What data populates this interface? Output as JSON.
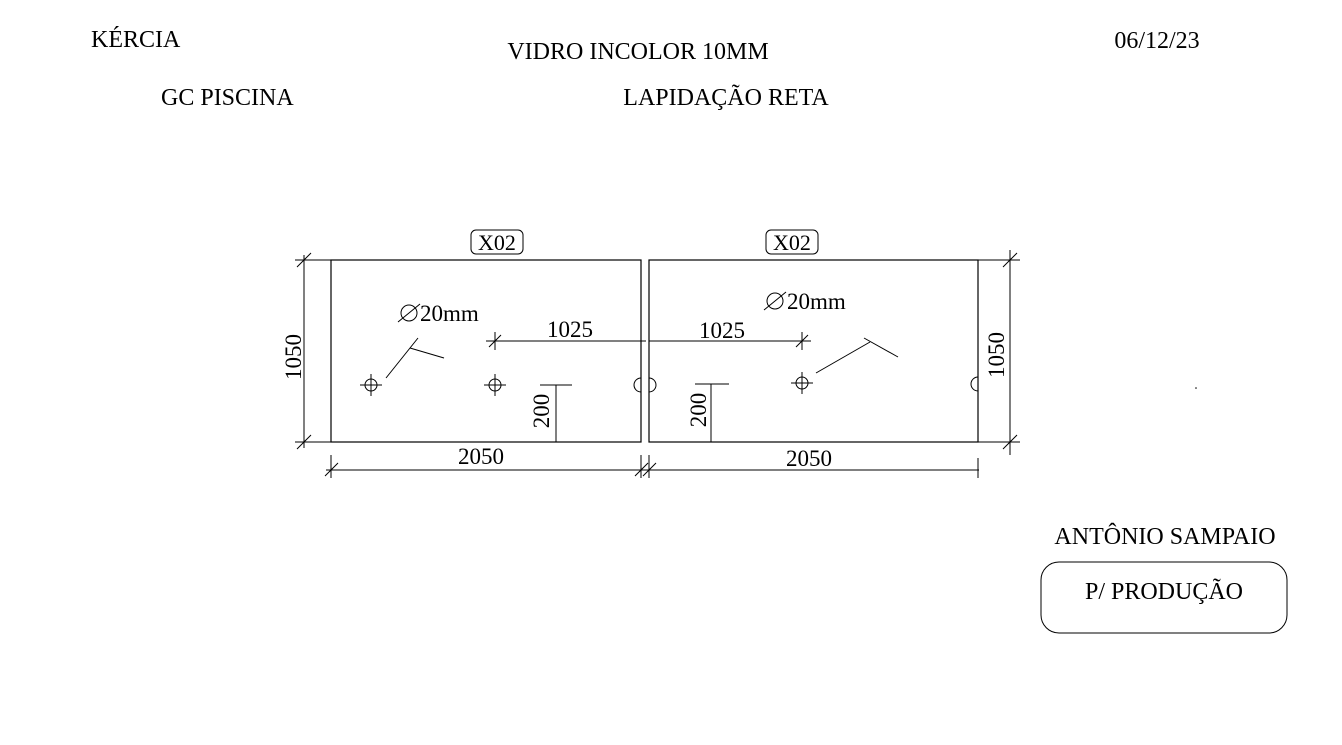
{
  "header": {
    "client": "KÉRCIA",
    "project": "GC PISCINA",
    "material": "VIDRO INCOLOR 10MM",
    "finish": "LAPIDAÇÃO RETA",
    "date": "06/12/23"
  },
  "panels": [
    {
      "tag": "X02",
      "width_label": "2050",
      "height_label": "1050",
      "hole_label": "20mm",
      "center_offset_label": "1025",
      "bottom_offset_label": "200"
    },
    {
      "tag": "X02",
      "width_label": "2050",
      "height_label": "1050",
      "hole_label": "20mm",
      "center_offset_label": "1025",
      "bottom_offset_label": "200"
    }
  ],
  "footer": {
    "author": "ANTÔNIO SAMPAIO",
    "status": "P/ PRODUÇÃO"
  }
}
